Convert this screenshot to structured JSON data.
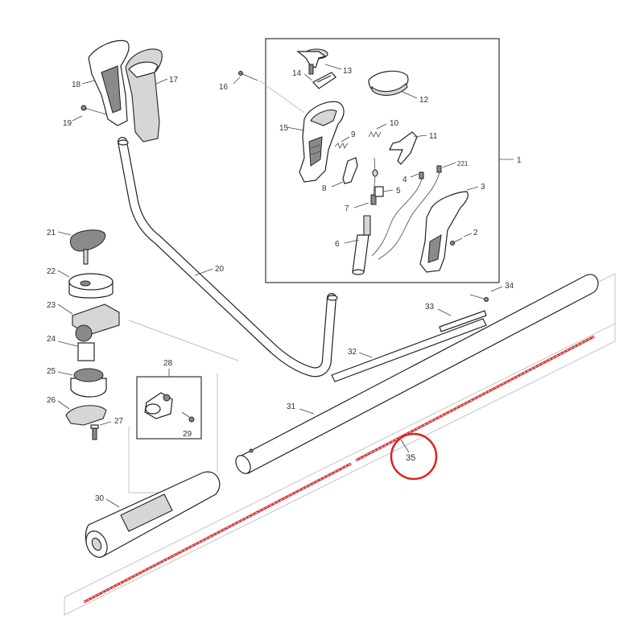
{
  "diagram": {
    "labels": {
      "p1": "1",
      "p2": "2",
      "p3": "3",
      "p4": "4",
      "p5": "5",
      "p6": "6",
      "p7": "7",
      "p8": "8",
      "p9": "9",
      "p10": "10",
      "p11": "11",
      "p12": "12",
      "p13": "13",
      "p14": "14",
      "p15": "15",
      "p16": "16",
      "p17": "17",
      "p18": "18",
      "p19": "19",
      "p20": "20",
      "p21": "21",
      "p22": "22",
      "p23": "23",
      "p24": "24",
      "p25": "25",
      "p26": "26",
      "p27": "27",
      "p28": "28",
      "p29": "29",
      "p30": "30",
      "p31": "31",
      "p32": "32",
      "p33": "33",
      "p34": "34",
      "p35": "35",
      "p221": "221"
    },
    "highlight": {
      "part": "35",
      "color": "#e02020"
    }
  }
}
